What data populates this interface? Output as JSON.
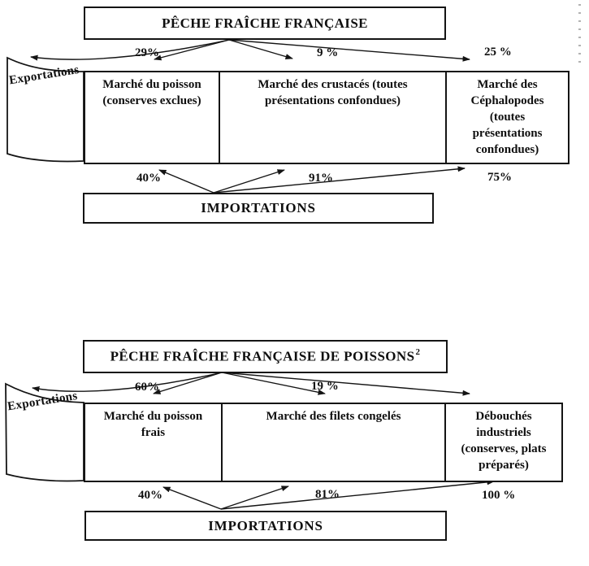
{
  "diagram1": {
    "source_label": "PÊCHE FRAÎCHE FRANÇAISE",
    "exports_label": "Exportations",
    "imports_label": "IMPORTATIONS",
    "top_flows": [
      {
        "label": "29%",
        "target": "Marché du poisson (conserves exclues)"
      },
      {
        "label": "9 %",
        "target": "Marché des crustacés (toutes présentations confondues)"
      },
      {
        "label": "25 %",
        "target": "Marché des Céphalopodes (toutes présentations confondues)"
      }
    ],
    "markets": [
      {
        "lines": [
          "Marché du poisson",
          "(conserves exclues)"
        ]
      },
      {
        "lines": [
          "Marché des crustacés (toutes",
          "présentations confondues)"
        ]
      },
      {
        "lines": [
          "Marché des",
          "Céphalopodes",
          "(toutes",
          "présentations",
          "confondues)"
        ]
      }
    ],
    "bottom_flows": [
      {
        "label": "40%"
      },
      {
        "label": "91%"
      },
      {
        "label": "75%"
      }
    ]
  },
  "diagram2": {
    "source_label_main": "PÊCHE FRAÎCHE FRANÇAISE DE POISSONS",
    "source_label_sup": "2",
    "exports_label": "Exportations",
    "imports_label": "IMPORTATIONS",
    "top_flows": [
      {
        "label": "60%",
        "target": "Marché du poisson frais"
      },
      {
        "label": "19 %",
        "target": "Marché des filets congelés"
      }
    ],
    "markets": [
      {
        "lines": [
          "Marché du poisson",
          "frais"
        ]
      },
      {
        "lines": [
          "Marché des filets congelés"
        ]
      },
      {
        "lines": [
          "Débouchés",
          "industriels",
          "(conserves, plats",
          "préparés)"
        ]
      }
    ],
    "bottom_flows": [
      {
        "label": "40%"
      },
      {
        "label": "81%"
      },
      {
        "label": "100 %"
      }
    ]
  },
  "colors": {
    "ink": "#141414",
    "paper": "#ffffff"
  }
}
